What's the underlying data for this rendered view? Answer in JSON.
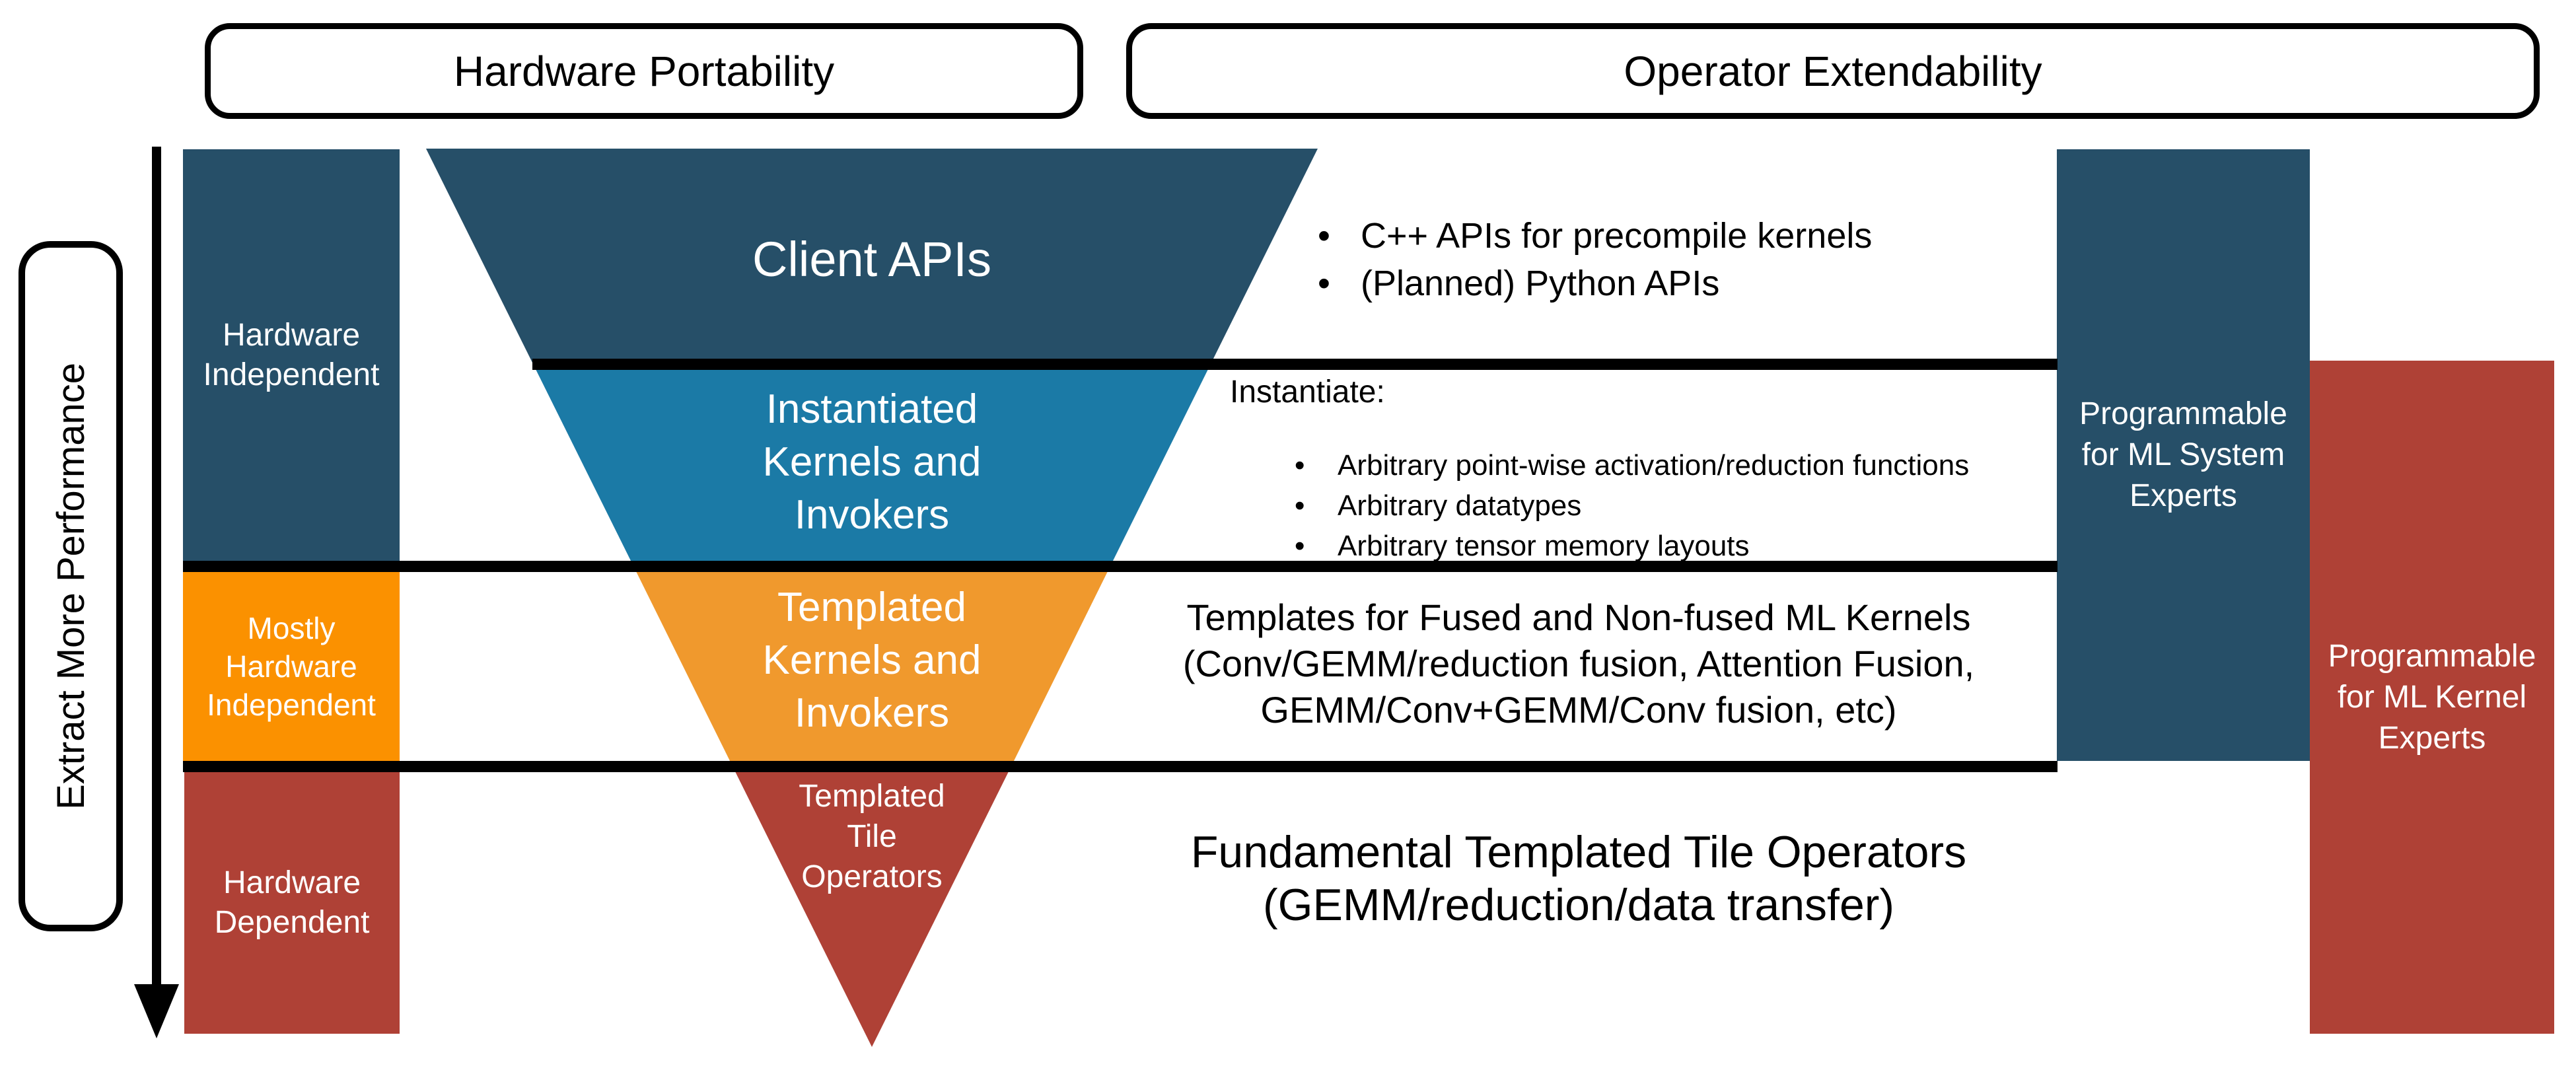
{
  "header": {
    "left_box_label": "Hardware Portability",
    "right_box_label": "Operator Extendability"
  },
  "performance_axis": {
    "label": "Extract More Performance"
  },
  "left_column": {
    "blue_label": "Hardware\nIndependent",
    "orange_label": "Mostly\nHardware\nIndependent",
    "red_label": "Hardware\nDependent"
  },
  "funnel": {
    "layer1_label": "Client APIs",
    "layer2_label": "Instantiated\nKernels and\nInvokers",
    "layer3_label": "Templated\nKernels and\nInvokers",
    "layer4_label": "Templated\nTile\nOperators"
  },
  "right_column": {
    "blue_label": "Programmable\nfor ML System\nExperts",
    "red_label": "Programmable\nfor ML Kernel\nExperts"
  },
  "annotations": {
    "client_bullets": [
      "C++ APIs for precompile kernels",
      "(Planned) Python APIs"
    ],
    "instantiate_heading": "Instantiate:",
    "instantiate_bullets": [
      "Arbitrary point-wise activation/reduction functions",
      "Arbitrary datatypes",
      "Arbitrary tensor memory layouts"
    ],
    "templates_text": "Templates for Fused and Non-fused ML Kernels\n(Conv/GEMM/reduction fusion, Attention Fusion,\nGEMM/Conv+GEMM/Conv fusion, etc)",
    "fundamental_text": "Fundamental Templated Tile Operators\n(GEMM/reduction/data transfer)"
  },
  "colors": {
    "dark_blue": "#264F68",
    "mid_blue": "#1B7AA6",
    "funnel_orange": "#F0992D",
    "vivid_orange": "#FB9100",
    "red": "#AF4136",
    "black": "#000000"
  }
}
